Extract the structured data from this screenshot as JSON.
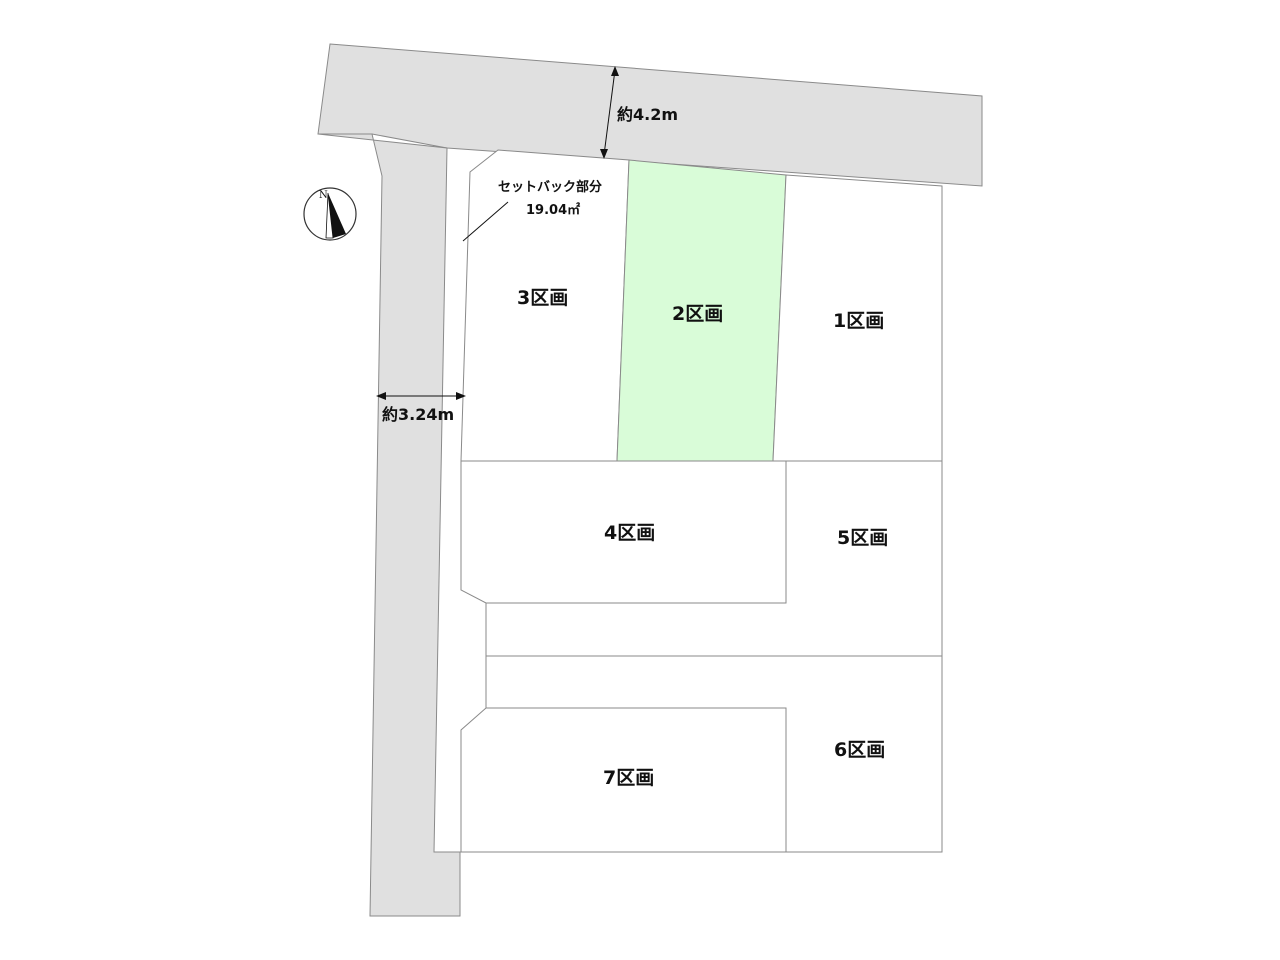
{
  "lots": [
    {
      "id": "1",
      "label": "1区画"
    },
    {
      "id": "2",
      "label": "2区画",
      "highlighted": true
    },
    {
      "id": "3",
      "label": "3区画"
    },
    {
      "id": "4",
      "label": "4区画"
    },
    {
      "id": "5",
      "label": "5区画"
    },
    {
      "id": "6",
      "label": "6区画"
    },
    {
      "id": "7",
      "label": "7区画"
    }
  ],
  "dimensions": {
    "north_road_width": "約4.2m",
    "west_road_width": "約3.24m"
  },
  "setback": {
    "title": "セットバック部分",
    "area": "19.04㎡"
  },
  "compass": {
    "north_label": "N",
    "icon": "north-arrow-icon"
  },
  "colors": {
    "road": "#e0e0e0",
    "highlight_lot": "#d9fcd8",
    "boundary": "#8a8a8a"
  }
}
